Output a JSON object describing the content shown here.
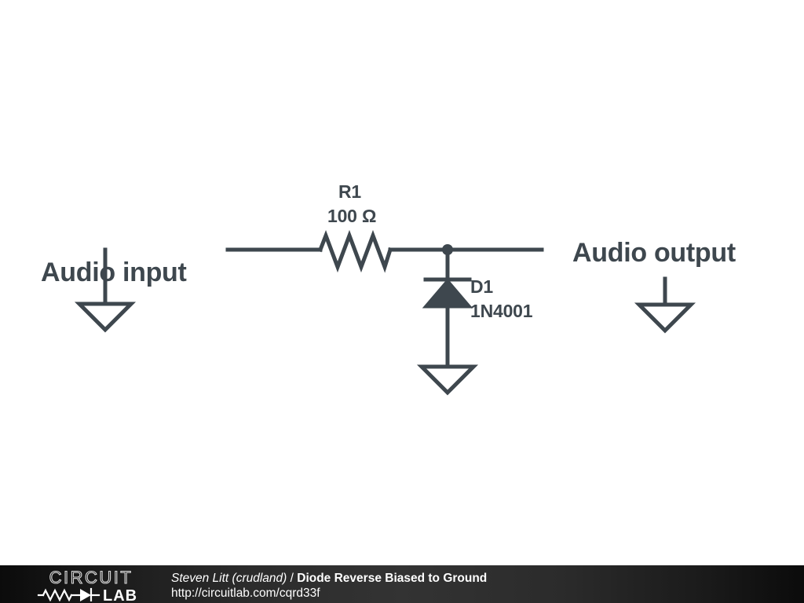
{
  "schematic": {
    "title_internal": "Diode Reverse Biased to Ground",
    "ports": {
      "input_label": "Audio input",
      "output_label": "Audio output"
    },
    "components": [
      {
        "ref": "R1",
        "value": "100 Ω",
        "type": "resistor"
      },
      {
        "ref": "D1",
        "value": "1N4001",
        "type": "diode"
      }
    ],
    "labels": {
      "r1_ref": "R1",
      "r1_value": "100 Ω",
      "d1_ref": "D1",
      "d1_value": "1N4001"
    },
    "colors": {
      "line": "#3e474e",
      "background": "#ffffff",
      "text": "#3e474e"
    },
    "nets": [
      "input to R1",
      "R1 to output node",
      "output node to D1 cathode",
      "D1 anode to ground"
    ]
  },
  "footer": {
    "author": "Steven Litt (crudland)",
    "separator": " / ",
    "title": "Diode Reverse Biased to Ground",
    "url": "http://circuitlab.com/cqrd33f",
    "logo": {
      "word_top": "CIRCUIT",
      "word_bottom": "LAB"
    },
    "colors": {
      "background_dark": "#0b0b0b",
      "background_mid": "#333333",
      "text": "#ffffff"
    }
  }
}
